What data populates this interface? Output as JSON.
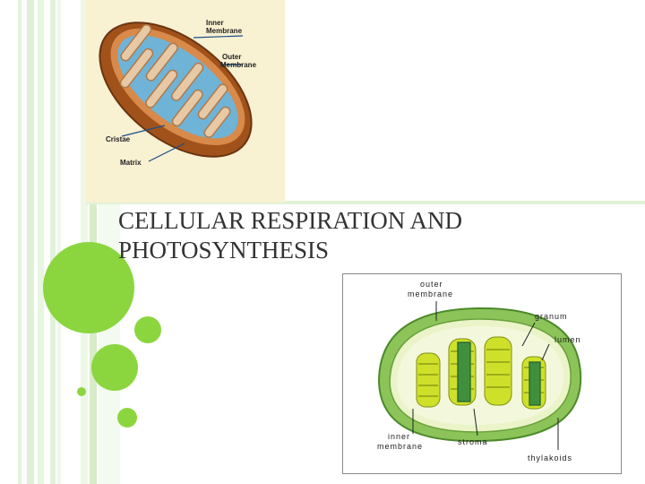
{
  "slide": {
    "title_line1": "CELLULAR RESPIRATION AND",
    "title_line2": "PHOTOSYNTHESIS"
  },
  "mitochondrion": {
    "labels": {
      "inner": "Inner\nMembrane",
      "outer": "Outer\nMembrane",
      "cristae": "Cristae",
      "matrix": "Matrix"
    }
  },
  "chloroplast": {
    "labels": {
      "outer_membrane": "outer\nmembrane",
      "granum": "granum",
      "lumen": "lumen",
      "inner_membrane": "inner\nmembrane",
      "stroma": "stroma",
      "thylakoids": "thylakoids"
    }
  },
  "colors": {
    "accent_green": "#8bd63f",
    "title_text": "#333333",
    "mito_shell": "#b5651d",
    "mito_matrix": "#6fb3d6",
    "chloro_shell": "#9fd36b",
    "chloro_stack": "#c8d81f"
  }
}
